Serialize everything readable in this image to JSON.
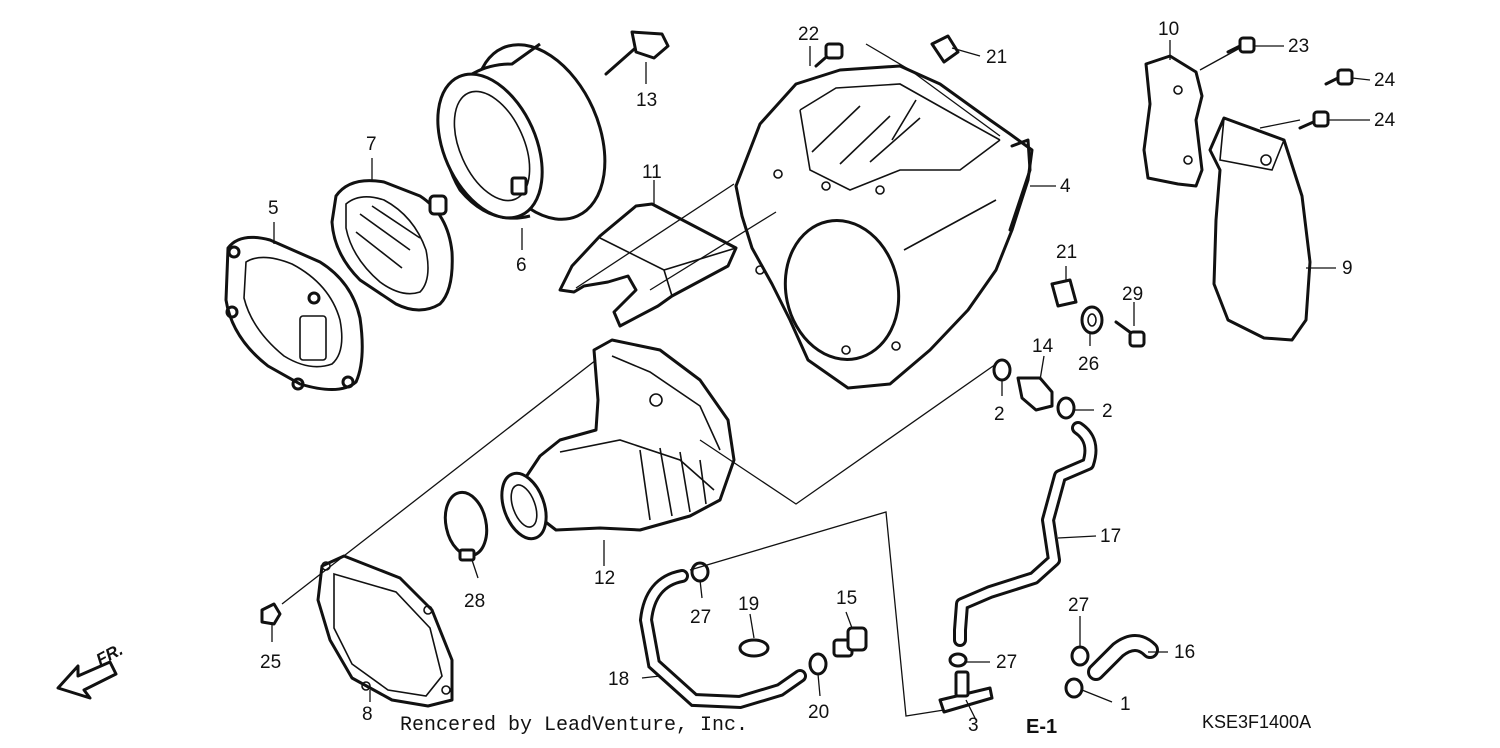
{
  "diagram": {
    "callouts": {
      "p1": "1",
      "p2a": "2",
      "p2b": "2",
      "p3": "3",
      "p4": "4",
      "p5": "5",
      "p6": "6",
      "p7": "7",
      "p8": "8",
      "p9": "9",
      "p10": "10",
      "p11": "11",
      "p12": "12",
      "p13": "13",
      "p14": "14",
      "p15": "15",
      "p16": "16",
      "p17": "17",
      "p18": "18",
      "p19": "19",
      "p20": "20",
      "p21a": "21",
      "p21b": "21",
      "p22": "22",
      "p23": "23",
      "p24a": "24",
      "p24b": "24",
      "p25": "25",
      "p26": "26",
      "p27a": "27",
      "p27b": "27",
      "p27c": "27",
      "p28": "28",
      "p29": "29"
    },
    "front_marker": "FR.",
    "section_ref": "E-1",
    "footer_credit": "Rencered by LeadVenture, Inc.",
    "diagram_code": "KSE3F1400A"
  }
}
